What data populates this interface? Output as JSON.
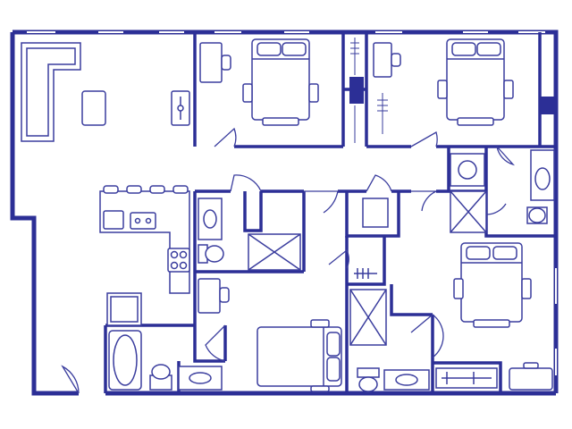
{
  "colors": {
    "background": "#ffffff",
    "wall": "#2c2f96",
    "line": "#3a3d9e",
    "furniture_fill": "#ffffff",
    "window": "#8f93c9"
  },
  "plan": {
    "rooms": [
      {
        "id": "living-kitchen"
      },
      {
        "id": "bedroom-top-left"
      },
      {
        "id": "bedroom-top-right"
      },
      {
        "id": "bedroom-bottom-center"
      },
      {
        "id": "bedroom-right"
      },
      {
        "id": "bathroom-center"
      },
      {
        "id": "bathroom-bottom-left"
      },
      {
        "id": "bathroom-bottom-right"
      },
      {
        "id": "bathroom-top-right"
      },
      {
        "id": "laundry"
      }
    ]
  }
}
